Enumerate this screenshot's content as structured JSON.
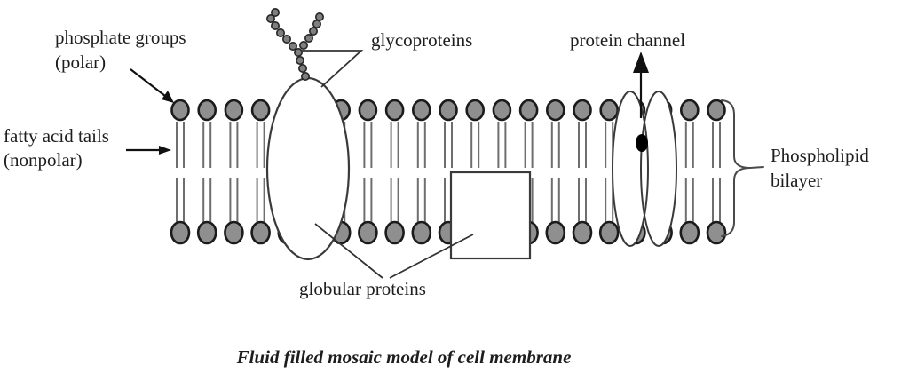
{
  "diagram": {
    "caption": "Fluid filled mosaic model of cell membrane",
    "labels": {
      "phosphate_groups_line1": "phosphate groups",
      "phosphate_groups_line2": "(polar)",
      "fatty_acid_line1": "fatty acid tails",
      "fatty_acid_line2": "(nonpolar)",
      "glycoproteins": "glycoproteins",
      "protein_channel": "protein channel",
      "globular_proteins": "globular proteins",
      "bilayer_line1": "Phospholipid",
      "bilayer_line2": "bilayer"
    },
    "membrane": {
      "phospholipids_per_row": 21,
      "rows": 2
    },
    "colors": {
      "background": "#ffffff",
      "head_fill": "#8f8f8f",
      "head_stroke": "#1b1b1b",
      "tail_stroke": "#6e6e6e",
      "protein_outline": "#3a3a3a",
      "text": "#1d1d1d"
    }
  }
}
